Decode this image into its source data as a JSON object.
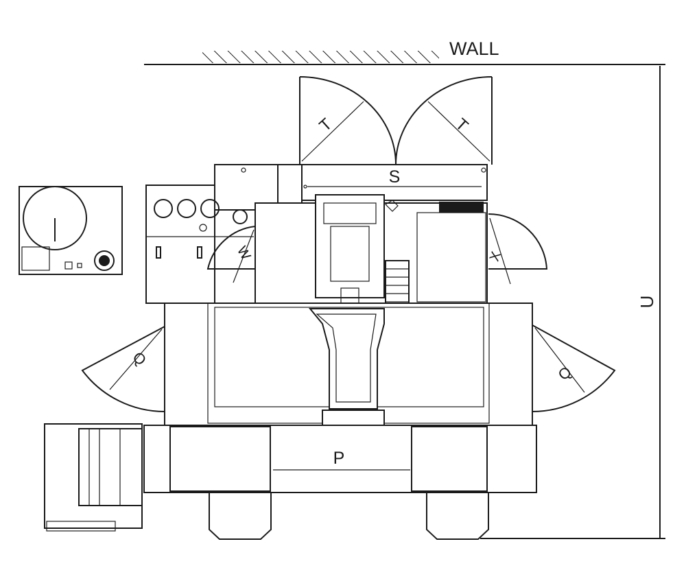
{
  "labels": {
    "wall": "WALL",
    "s": "S",
    "t": "T",
    "w": "W",
    "x": "X",
    "q": "Q",
    "p": "P",
    "u": "U"
  },
  "colors": {
    "line": "#1a1a1a",
    "background": "#ffffff"
  }
}
